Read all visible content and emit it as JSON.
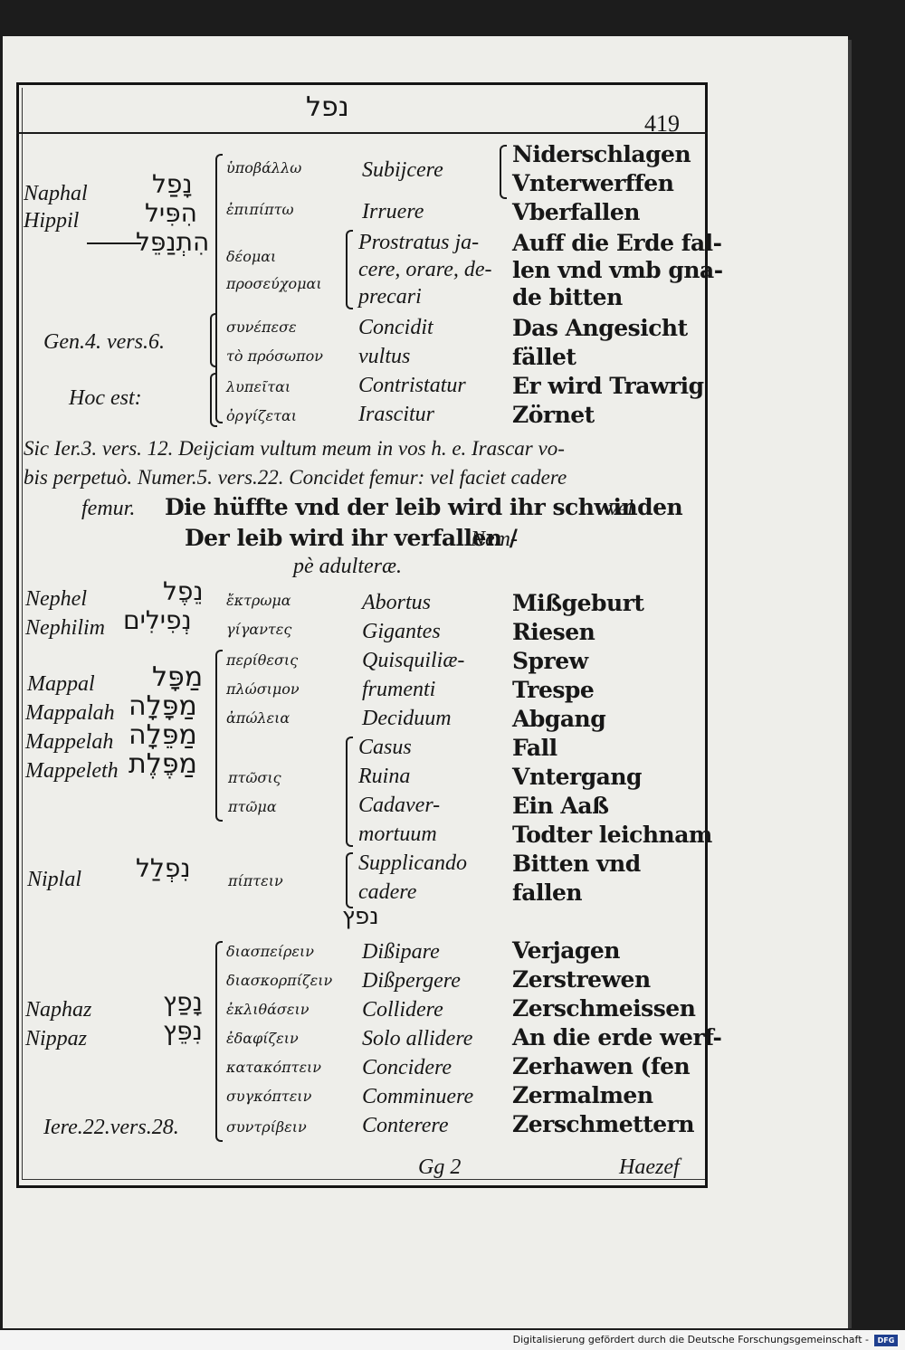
{
  "header": {
    "hebrew_title": "נפל",
    "page_number": "419"
  },
  "section1": {
    "lat_labels": [
      "Naphal",
      "Hippil"
    ],
    "hebrew": [
      "נָפַל",
      "הִפִּיל",
      "הִתְנַפֵּל"
    ],
    "rows": [
      {
        "greek": "ὑποβάλλω",
        "latin": "Subijcere",
        "german": "Niderschlagen"
      },
      {
        "greek": "",
        "latin": "",
        "german": "Vnterwerffen"
      },
      {
        "greek": "ἐπιπίπτω",
        "latin": "Irruere",
        "german": "Vberfallen"
      }
    ],
    "prostratus": {
      "greek": [
        "δέομαι",
        "προσεύχομαι"
      ],
      "latin": [
        "Prostratus ja-",
        "cere, orare, de-",
        "precari"
      ],
      "german": [
        "Auff die Erde fal-",
        "len vnd vmb gna-",
        "de bitten"
      ]
    },
    "gen_ref": "Gen.4. vers.6.",
    "gen": {
      "greek": [
        "συνέπεσε",
        "τὸ πρόσωπον"
      ],
      "latin": [
        "Concidit",
        "vultus"
      ],
      "german": [
        "Das Angesicht",
        "fället"
      ]
    },
    "hoc_label": "Hoc est:",
    "hoc": {
      "greek": [
        "λυπεῖται",
        "ὀργίζεται"
      ],
      "latin": [
        "Contristatur",
        "Irascitur"
      ],
      "german": [
        "Er wird Trawrig",
        "Zörnet"
      ]
    }
  },
  "paragraph": {
    "line1": "Sic Ier.3. vers. 12. Deijciam vultum meum in vos h. e. Irascar vo-",
    "line2": "bis perpetuò. Numer.5. vers.22. Concidet femur: vel faciet cadere",
    "line3_lat": "femur.",
    "line3_ger": "Die hüffte vnd der leib wird ihr schwinden",
    "line3_end": "vel",
    "line4_ger": "Der leib wird ihr verfallen /",
    "line4_lat": "Nem-",
    "line5": "pè adulteræ."
  },
  "section2": {
    "rows": [
      {
        "label": "Nephel",
        "hebrew": "נֵפֶל",
        "greek": "ἔκτρωμα",
        "latin": "Abortus",
        "german": "Mißgeburt"
      },
      {
        "label": "Nephilim",
        "hebrew": "נְפִילִים",
        "greek": "γίγαντες",
        "latin": "Gigantes",
        "german": "Riesen"
      }
    ],
    "quis": {
      "greek": [
        "περίθεσις",
        "πλώσιμον",
        "ἀπώλεια"
      ],
      "latin": [
        "Quisquiliæ-",
        "frumenti",
        "Deciduum"
      ],
      "german": [
        "Sprew",
        "Trespe",
        "Abgang"
      ]
    },
    "mappal_labels": [
      "Mappal",
      "Mappalah",
      "Mappelah",
      "Mappeleth"
    ],
    "mappal_hebrew": [
      "מַפָּל",
      "מַפָּלָה",
      "מַפֵּלָה",
      "מַפֶּלֶת"
    ],
    "casus": {
      "greek": [
        "πτῶσις",
        "πτῶμα"
      ],
      "latin": [
        "Casus",
        "Ruina",
        "Cadaver-",
        "mortuum"
      ],
      "german": [
        "Fall",
        "Vntergang",
        "Ein Aaß",
        "Todter leichnam"
      ]
    },
    "niplal": {
      "label": "Niplal",
      "hebrew": "נִפְלַל",
      "greek": "πίπτειν",
      "latin": [
        "Supplicando",
        "cadere"
      ],
      "german": [
        "Bitten vnd",
        "fallen"
      ]
    }
  },
  "section3": {
    "hebrew_title": "נפץ",
    "labels": [
      "Naphaz",
      "Nippaz"
    ],
    "hebrew": [
      "נָפַץ",
      "נִפֵּץ"
    ],
    "rows": [
      {
        "greek": "διασπείρειν",
        "latin": "Dißipare",
        "german": "Verjagen"
      },
      {
        "greek": "διασκορπίζειν",
        "latin": "Dißpergere",
        "german": "Zerstrewen"
      },
      {
        "greek": "ἐκλιθάσειν",
        "latin": "Collidere",
        "german": "Zerschmeissen"
      },
      {
        "greek": "ἐδαφίζειν",
        "latin": "Solo allidere",
        "german": "An die erde werf-"
      },
      {
        "greek": "κατακόπτειν",
        "latin": "Concidere",
        "german": "Zerhawen (fen"
      },
      {
        "greek": "συγκόπτειν",
        "latin": "Comminuere",
        "german": "Zermalmen"
      },
      {
        "greek": "συντρίβειν",
        "latin": "Conterere",
        "german": "Zerschmettern"
      }
    ],
    "ref": "Iere.22.vers.28."
  },
  "footer": {
    "signature": "Gg  2",
    "catchword": "Haezef"
  },
  "scan_footer": {
    "text": "Digitalisierung gefördert durch die Deutsche Forschungsgemeinschaft -",
    "logo": "DFG"
  }
}
